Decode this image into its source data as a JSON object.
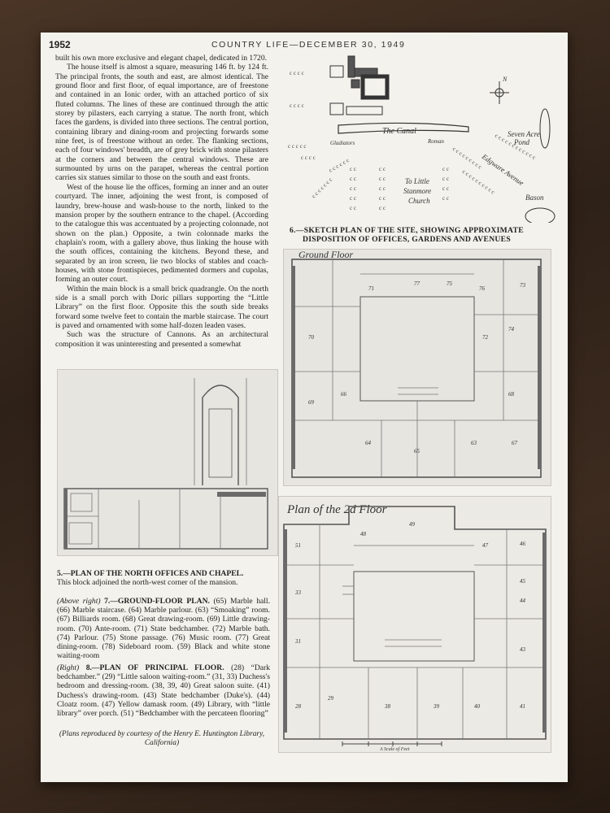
{
  "header": {
    "page_number": "1952",
    "running_title": "COUNTRY LIFE—DECEMBER 30, 1949"
  },
  "article": {
    "paragraphs": [
      "built his own more exclusive and elegant chapel, dedicated in 1720.",
      "The house itself is almost a square, measuring 146 ft. by 124 ft. The principal fronts, the south and east, are almost identical. The ground floor and first floor, of equal importance, are of freestone and contained in an Ionic order, with an attached portico of six fluted columns. The lines of these are continued through the attic storey by pilasters, each carrying a statue. The north front, which faces the gardens, is divided into three sections. The central portion, containing library and dining-room and projecting forwards some nine feet, is of freestone without an order. The flanking sections, each of four windows' breadth, are of grey brick with stone pilasters at the corners and between the central windows. These are surmounted by urns on the parapet, whereas the central portion carries six statues similar to those on the south and east fronts.",
      "West of the house lie the offices, forming an inner and an outer courtyard. The inner, adjoining the west front, is composed of laundry, brew-house and wash-house to the north, linked to the mansion proper by the southern entrance to the chapel. (According to the catalogue this was accentuated by a projecting colonnade, not shown on the plan.) Opposite, a twin colonnade marks the chaplain's room, with a gallery above, thus linking the house with the south offices, containing the kitchens. Beyond these, and separated by an iron screen, lie two blocks of stables and coach-houses, with stone frontispieces, pedimented dormers and cupolas, forming an outer court.",
      "Within the main block is a small brick quadrangle. On the north side is a small porch with Doric pillars supporting the “Little Library” on the first floor. Opposite this the south side breaks forward some twelve feet to contain the marble staircase. The court is paved and ornamented with some half-dozen leaden vases.",
      "Such was the structure of Cannons. As an architectural composition it was uninteresting and presented a somewhat"
    ]
  },
  "site_plan": {
    "labels": {
      "canal": "The Canal",
      "gladiators": "Gladiators",
      "roman": "Roman",
      "pond": [
        "Seven Acre",
        "Pond"
      ],
      "avenue": "Edgware Avenue",
      "church": [
        "To Little",
        "Stanmore",
        "Church"
      ],
      "bason": "Bason"
    },
    "compass": "N",
    "caption_lines": [
      "6.—SKETCH PLAN OF THE SITE, SHOWING APPROXIMATE",
      "DISPOSITION OF OFFICES, GARDENS AND AVENUES"
    ]
  },
  "ground_floor_plan": {
    "title": "Ground Floor",
    "room_numbers": [
      "71",
      "77",
      "75",
      "76",
      "73",
      "72",
      "74",
      "70",
      "69",
      "66",
      "64",
      "68",
      "65",
      "63",
      "67"
    ]
  },
  "north_offices_plan": {
    "caption_head": "5.—PLAN OF THE NORTH OFFICES AND CHAPEL.",
    "caption_body": "This block adjoined the north-west corner of the mansion."
  },
  "principal_floor_plan": {
    "title": "Plan of the 2d Floor",
    "scale_label": "A Scale of Feet",
    "room_numbers": [
      "49",
      "48",
      "47",
      "51",
      "33",
      "28",
      "29",
      "31",
      "38",
      "39",
      "40",
      "41",
      "43",
      "44",
      "45",
      "46"
    ]
  },
  "captions": {
    "ground_floor": {
      "lead": "(Above right)",
      "head": "7.—GROUND-FLOOR PLAN.",
      "text": "(65) Marble hall. (66) Marble staircase. (64) Marble parlour. (63) “Smoaking” room. (67) Billiards room. (68) Great drawing-room. (69) Little drawing-room. (70) Ante-room. (71) State bedchamber. (72) Marble bath. (74) Parlour. (75) Stone passage. (76) Music room. (77) Great dining-room. (78) Sideboard room. (59) Black and white stone waiting-room"
    },
    "principal_floor": {
      "lead": "(Right)",
      "head": "8.—PLAN OF PRINCIPAL FLOOR.",
      "text": "(28) “Dark bedchamber.” (29) “Little saloon waiting-room.” (31, 33) Duchess's bedroom and dressing-room. (38, 39, 40) Great saloon suite. (41) Duchess's drawing-room. (43) State bedchamber (Duke's). (44) Cloatz room. (47) Yellow damask room. (49) Library, with “little library” over porch. (51) “Bedchamber with the percateen flooring”"
    },
    "credit": "(Plans reproduced by courtesy of the Henry E. Huntington Library, California)"
  }
}
